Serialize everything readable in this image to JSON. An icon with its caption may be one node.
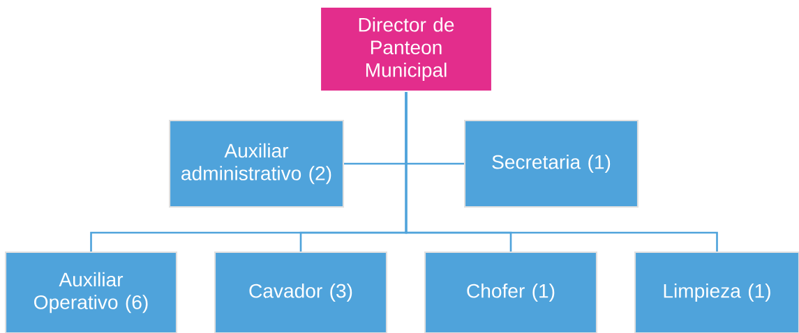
{
  "diagram": {
    "nodes": [
      {
        "text": [
          "Director de Panteon Municipal"
        ]
      },
      {
        "text": [
          "Auxiliar administrativo (2)"
        ]
      },
      {
        "text": [
          "Secretaria (1)"
        ]
      },
      {
        "text": [
          "Auxiliar Operativo (6)"
        ]
      },
      {
        "text": [
          "Cavador (3)"
        ]
      },
      {
        "text": [
          "Chofer (1)"
        ]
      },
      {
        "text": [
          "Limpieza (1)"
        ]
      }
    ],
    "edges": [
      {
        "from": 0,
        "to": 1,
        "arrow": "none"
      },
      {
        "from": 0,
        "to": 2,
        "arrow": "none"
      },
      {
        "from": 0,
        "to": 3,
        "arrow": "none"
      },
      {
        "from": 0,
        "to": 4,
        "arrow": "none"
      },
      {
        "from": 0,
        "to": 5,
        "arrow": "none"
      },
      {
        "from": 0,
        "to": 6,
        "arrow": "none"
      }
    ]
  }
}
